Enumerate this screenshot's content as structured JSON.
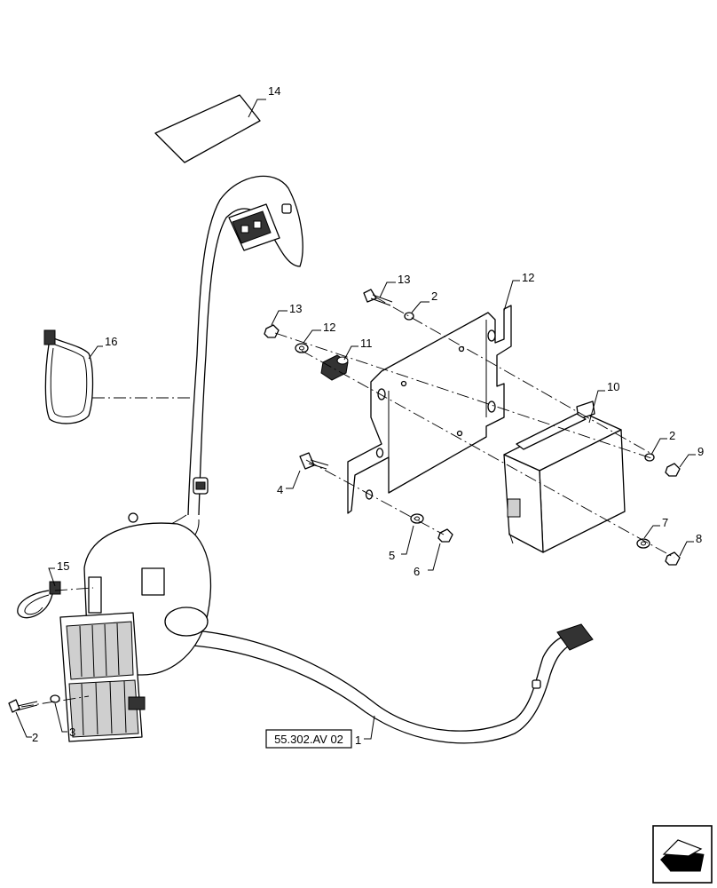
{
  "reference_box": {
    "label": "55.302.AV 02"
  },
  "callouts": [
    {
      "id": "c1",
      "text": "1"
    },
    {
      "id": "c2a",
      "text": "2"
    },
    {
      "id": "c2b",
      "text": "2"
    },
    {
      "id": "c2c",
      "text": "2"
    },
    {
      "id": "c3",
      "text": "3"
    },
    {
      "id": "c4",
      "text": "4"
    },
    {
      "id": "c5",
      "text": "5"
    },
    {
      "id": "c6",
      "text": "6"
    },
    {
      "id": "c7",
      "text": "7"
    },
    {
      "id": "c8",
      "text": "8"
    },
    {
      "id": "c9",
      "text": "9"
    },
    {
      "id": "c10",
      "text": "10"
    },
    {
      "id": "c11",
      "text": "11"
    },
    {
      "id": "c12a",
      "text": "12"
    },
    {
      "id": "c12b",
      "text": "12"
    },
    {
      "id": "c13a",
      "text": "13"
    },
    {
      "id": "c13b",
      "text": "13"
    },
    {
      "id": "c14",
      "text": "14"
    },
    {
      "id": "c15",
      "text": "15"
    },
    {
      "id": "c16",
      "text": "16"
    }
  ],
  "icons": {
    "nav": "arrow-navigation-icon"
  }
}
